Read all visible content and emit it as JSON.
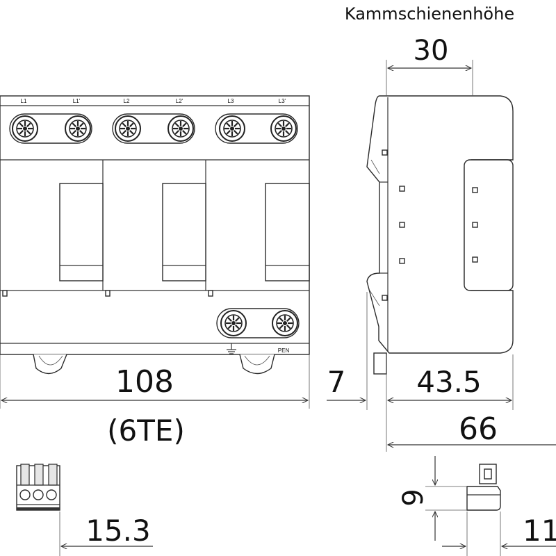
{
  "title": "Kammschienenhöhe",
  "dimensions": {
    "comb_height": "30",
    "width": "108",
    "modules": "(6TE)",
    "offset": "7",
    "depth_front": "43.5",
    "depth_total": "66",
    "connector_width": "15.3",
    "connector_height": "9",
    "connector_depth": "11"
  },
  "terminal_labels": [
    "L1",
    "L1'",
    "L2",
    "L2'",
    "L3",
    "L3'"
  ],
  "pen_label": "PEN"
}
